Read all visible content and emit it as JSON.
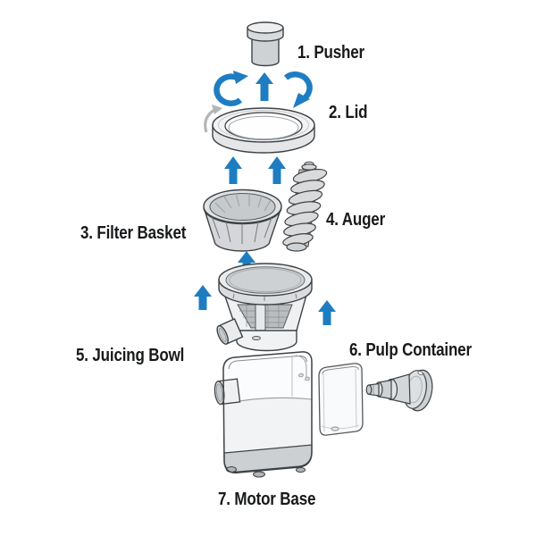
{
  "diagram": {
    "type": "exploded-parts-diagram",
    "background_color": "#ffffff",
    "label_color": "#17191b",
    "outline_color": "#3f4245",
    "arrow_color": "#1e7dc1",
    "hint_arrow_color": "#b3b6b9",
    "part_fill_light": "#e9ebed",
    "part_fill_mid": "#d5d8da",
    "parts": [
      {
        "label": "1. Pusher"
      },
      {
        "label": "2. Lid"
      },
      {
        "label": "3. Filter Basket"
      },
      {
        "label": "4. Auger"
      },
      {
        "label": "5. Juicing Bowl"
      },
      {
        "label": "6. Pulp Container"
      },
      {
        "label": "7. Motor Base"
      }
    ],
    "icons": {
      "rotate_left_arrow": "curved-arrow-counterclockwise",
      "rotate_right_arrow": "curved-arrow-clockwise",
      "assembly_up_arrow": "arrow-up",
      "lid_rotate_hint_arrow": "small-gray-curved-arrow"
    }
  }
}
